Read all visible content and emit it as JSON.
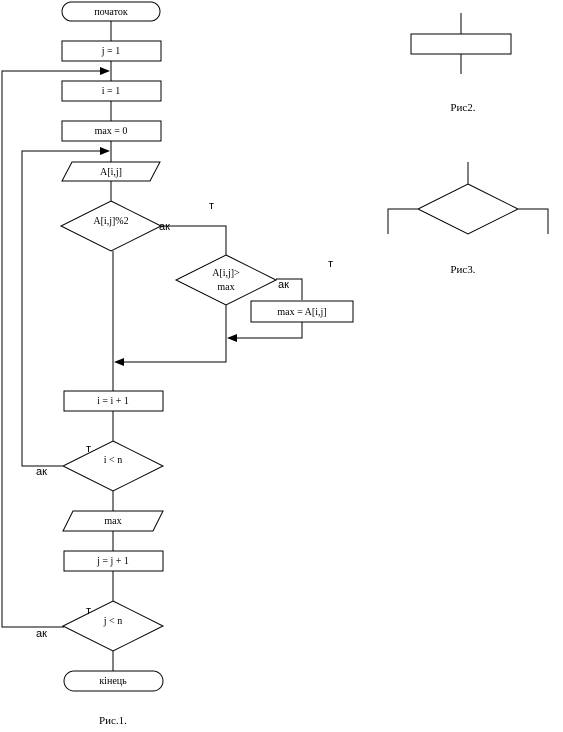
{
  "figure1": {
    "caption": "Рис.1.",
    "nodes": {
      "start": "початок",
      "j_init": "j = 1",
      "i_init": "i = 1",
      "max_init": "max = 0",
      "input": "A[i,j]",
      "cond_even": "A[i,j]%2",
      "cond_max_line1": "A[i,j]>",
      "cond_max_line2": "max",
      "assign_max": "max = A[i,j]",
      "i_inc": "i = i + 1",
      "cond_i": "i < n",
      "output": "max",
      "j_inc": "j = j + 1",
      "cond_j": "j < n",
      "end": "кінець"
    },
    "branch_labels": {
      "yes": "т",
      "no": "ак"
    }
  },
  "figure2": {
    "caption": "Рис2."
  },
  "figure3": {
    "caption": "Рис3."
  }
}
